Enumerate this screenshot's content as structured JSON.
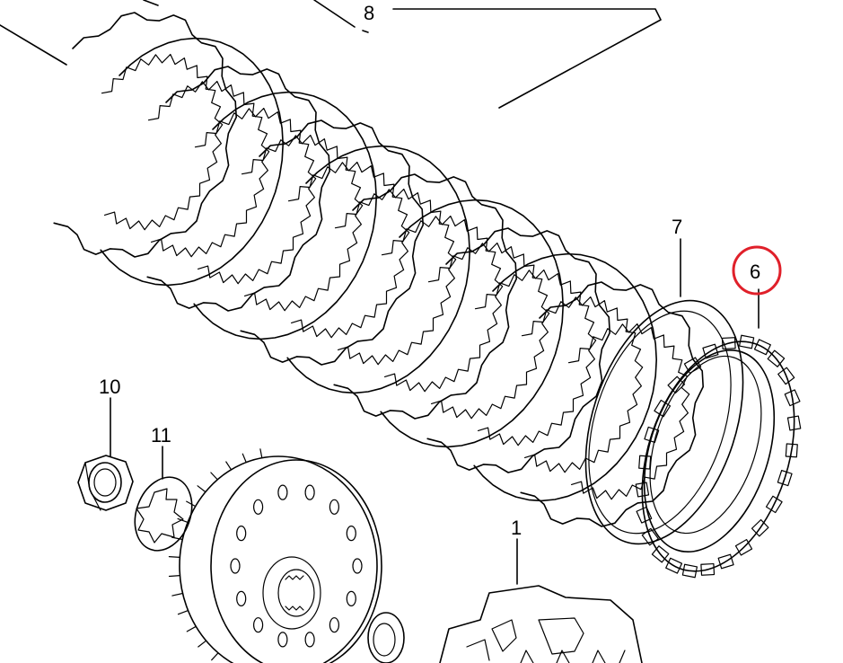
{
  "diagram": {
    "callouts": [
      {
        "id": "8",
        "label": "8"
      },
      {
        "id": "7",
        "label": "7"
      },
      {
        "id": "6",
        "label": "6",
        "highlighted": true
      },
      {
        "id": "10",
        "label": "10"
      },
      {
        "id": "11",
        "label": "11"
      },
      {
        "id": "1",
        "label": "1"
      }
    ],
    "highlight_color": "#e0202a",
    "line_color": "#000000",
    "background": "#ffffff"
  }
}
